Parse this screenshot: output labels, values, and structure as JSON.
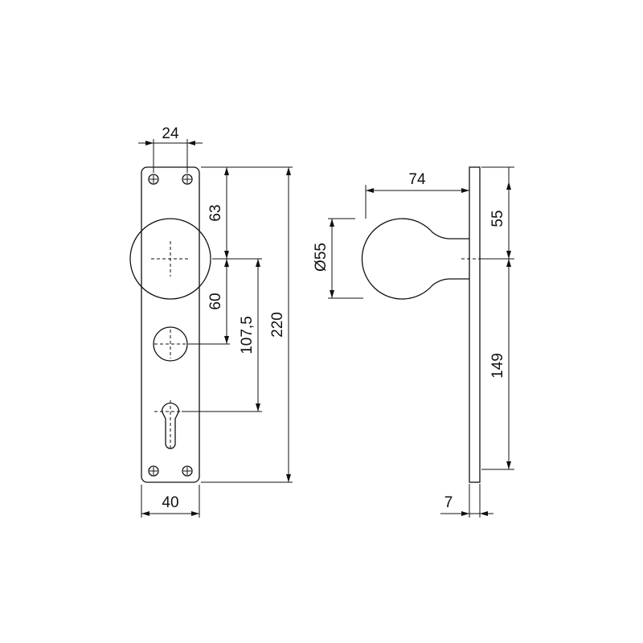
{
  "drawing": {
    "front_view": {
      "dim_top_screw_spacing": "24",
      "dim_plate_width": "40",
      "dim_knob_center": "63",
      "dim_spindle_to_hole": "60",
      "dim_spindle_to_cylinder": "107,5",
      "dim_overall_height": "220"
    },
    "side_view": {
      "dim_projection": "74",
      "dim_knob_diameter": "Ø55",
      "dim_top_to_knob": "55",
      "dim_knob_to_bottom": "149",
      "dim_plate_thickness": "7"
    }
  }
}
